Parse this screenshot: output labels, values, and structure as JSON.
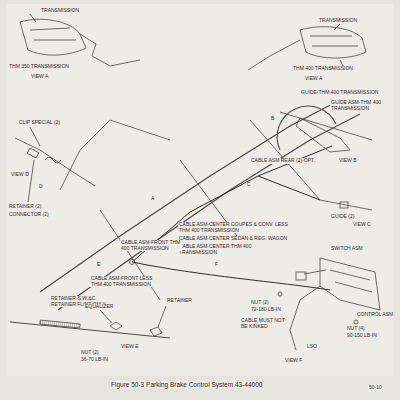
{
  "diagram": {
    "caption": "Figure 50-3 Parking Brake Control System 43-44000",
    "labels": [
      "TRANSMISSION",
      "THM 350 TRANSMISSION",
      "VIEW A",
      "TRANSMISSION",
      "THM 400 TRANSMISSION",
      "VIEW A",
      "GUIDE-THM 400 TRANSMISSION",
      "GUIDE ASM-THM 400 TRANSMISSION",
      "VIEW B",
      "CLIP SPECIAL (2)",
      "VIEW D",
      "RETAINER (2)",
      "CONNECTOR (2)",
      "CABLE ASM REAR (2)-OPT.",
      "GUIDE (2)",
      "VIEW C",
      "CABLE ASM-CENTER COUPES & CONV. LESS THM 400 TRANSMISSION",
      "CABLE ASM-CENTER SEDAN & REG. WAGON",
      "CABLE ASM-CENTER THM 400 TRANSMISSION",
      "CABLE ASM-FRONT THM 400 TRANSMISSION",
      "CABLE ASM-FRONT LESS THM 400 TRANSMISSION",
      "RETAINER-S.W.&C. RETAINER FLINT ONLY",
      "RETAINER",
      "VIEW E",
      "EQUALIZER",
      "NUT (2)",
      "36-70 LB-IN",
      "SWITCH ASM",
      "NUT (2)",
      "72-180 LB-IN",
      "CONTROL ASM",
      "NUT (4)",
      "90-150 LB-IN",
      "CABLE MUST NOT BE KINKED",
      "LSO",
      "VIEW F",
      "50-10",
      "A",
      "B",
      "C",
      "D",
      "E",
      "F"
    ]
  }
}
